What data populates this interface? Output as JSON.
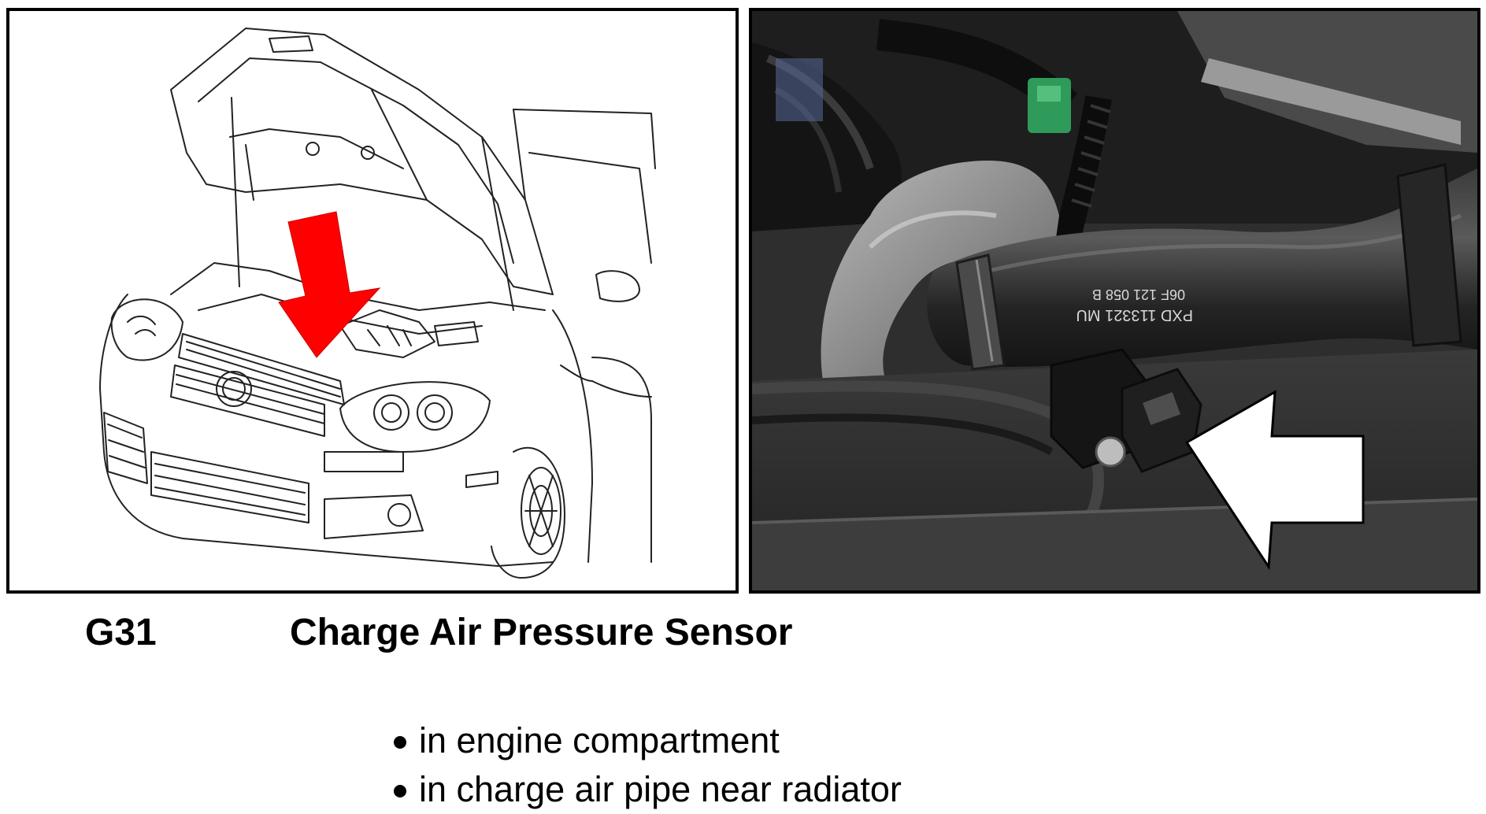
{
  "caption": {
    "component_code": "G31",
    "component_name": "Charge Air Pressure Sensor"
  },
  "location_notes": [
    "in engine compartment",
    "in charge air pipe near radiator"
  ],
  "illustration": {
    "indicator_arrow_color": "#ff0000"
  },
  "photo": {
    "hose_label_lines": [
      "PXD 113321 MU",
      "06F 121 058 B"
    ],
    "indicator_arrow_color": "#ffffff"
  }
}
